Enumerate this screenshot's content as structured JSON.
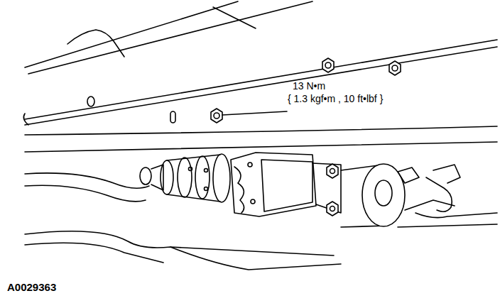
{
  "diagram": {
    "labels": [
      "13 N•m",
      "{ 1.3 kgf•m , 10 ft•lbf }",
      "A0029363"
    ]
  }
}
